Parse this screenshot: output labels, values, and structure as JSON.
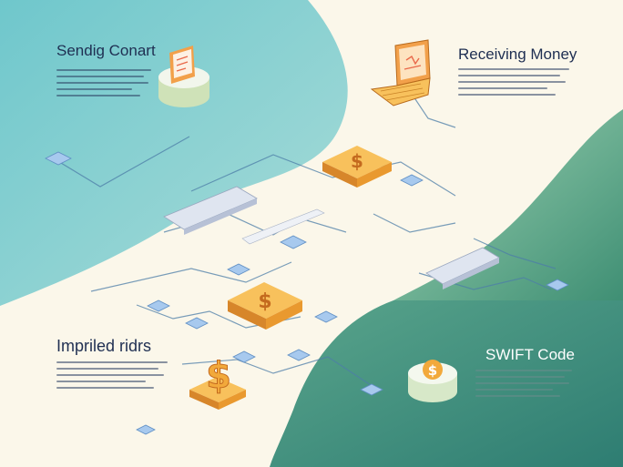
{
  "labels": {
    "top_left": "Sendig Conart",
    "top_right": "Receiving Money",
    "bottom_left": "Impriled ridrs",
    "bottom_right": "SWIFT Code"
  },
  "icons": {
    "currency": "dollar-sign",
    "building": "bank",
    "device": "laptop",
    "document": "document"
  },
  "colors": {
    "teal": "#8fd3d4",
    "green": "#4f9c7d",
    "cream": "#fbf7ea",
    "bank_roof": "#5bb7b0",
    "bank_wall": "#3f6f98",
    "door": "#e9694a",
    "coin_gold": "#f2a93b",
    "text_dark": "#1f2f52"
  }
}
